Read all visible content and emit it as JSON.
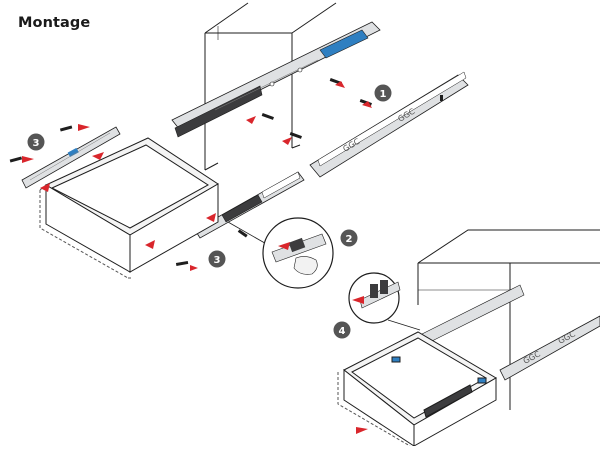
{
  "header": {
    "title": "Montage"
  },
  "steps": [
    {
      "label": "1"
    },
    {
      "label": "2"
    },
    {
      "label": "3"
    },
    {
      "label": "3"
    },
    {
      "label": "4"
    }
  ],
  "colors": {
    "arrow_red": "#d9262c",
    "badge_gray": "#555555",
    "rail_fill": "#dfe1e3",
    "rail_dark": "#3c3c3e",
    "clip_blue": "#2f7fc1",
    "outline": "#1e1e1e",
    "dashed": "#555555"
  }
}
